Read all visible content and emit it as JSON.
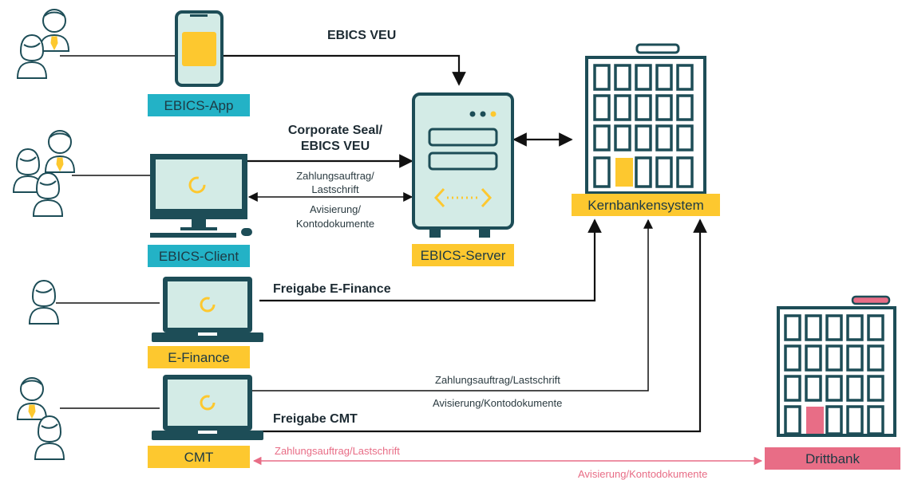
{
  "labels": {
    "app": "EBICS-App",
    "client": "EBICS-Client",
    "server": "EBICS-Server",
    "efinance": "E-Finance",
    "cmt": "CMT",
    "core": "Kernbankensystem",
    "drittbank": "Drittbank"
  },
  "flows": {
    "ebics_veu": "EBICS VEU",
    "seal_line1": "Corporate Seal/",
    "seal_line2": "EBICS VEU",
    "payment_line1": "Zahlungsauftrag/",
    "payment_line2": "Lastschrift",
    "advice_line1": "Avisierung/",
    "advice_line2": "Kontodokumente",
    "freigabe_efinance": "Freigabe E-Finance",
    "cmt_payment": "Zahlungsauftrag/Lastschrift",
    "cmt_advice": "Avisierung/Kontodokumente",
    "freigabe_cmt": "Freigabe CMT",
    "third_payment": "Zahlungsauftrag/Lastschrift",
    "third_advice": "Avisierung/Kontodokumente"
  },
  "colors": {
    "dark": "#1d4d57",
    "teal": "#23b2c6",
    "yellow": "#fdc82f",
    "screen": "#d3ebe6",
    "pink": "#e86d86"
  },
  "icons": [
    "person-icon",
    "smartphone-icon",
    "desktop-icon",
    "laptop-icon",
    "server-icon",
    "bank-building-icon"
  ]
}
